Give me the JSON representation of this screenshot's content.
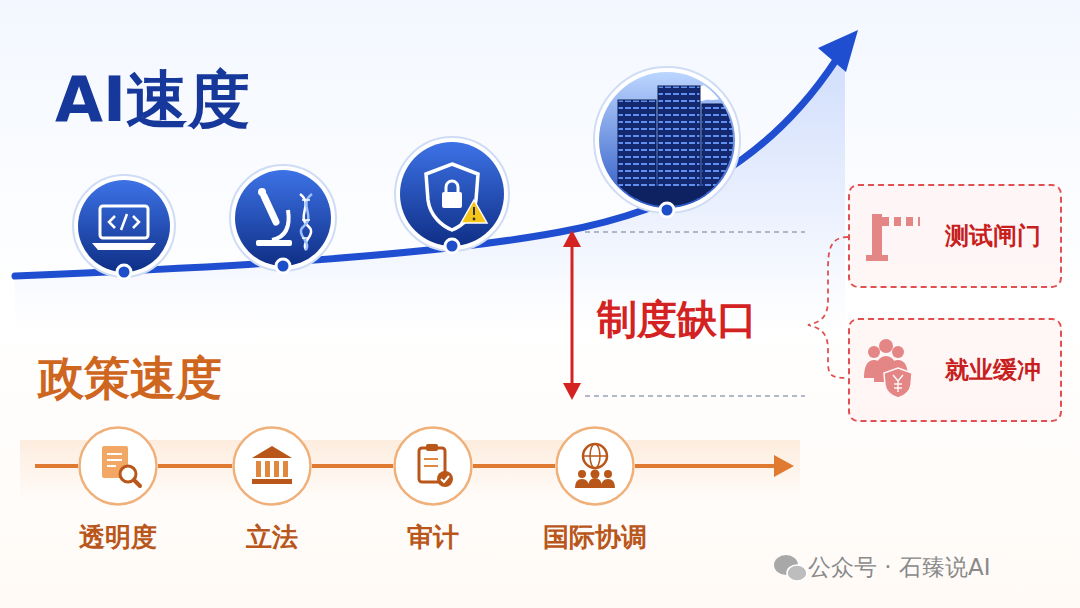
{
  "diagram": {
    "nodes": [
      {
        "text": [
          "透明度"
        ]
      },
      {
        "text": [
          "立法"
        ]
      },
      {
        "text": [
          "审计"
        ]
      },
      {
        "text": [
          "国际协调"
        ]
      },
      {
        "text": [
          "测试闸门"
        ]
      },
      {
        "text": [
          "就业缓冲"
        ]
      }
    ],
    "edges": [
      {
        "from": 0,
        "to": 1,
        "arrow": "none"
      },
      {
        "from": 1,
        "to": 2,
        "arrow": "none"
      },
      {
        "from": 2,
        "to": 3,
        "arrow": "none"
      }
    ],
    "labels": [
      "AI速度",
      "政策速度",
      "制度缺口",
      "公众号 · 石臻说AI"
    ]
  }
}
